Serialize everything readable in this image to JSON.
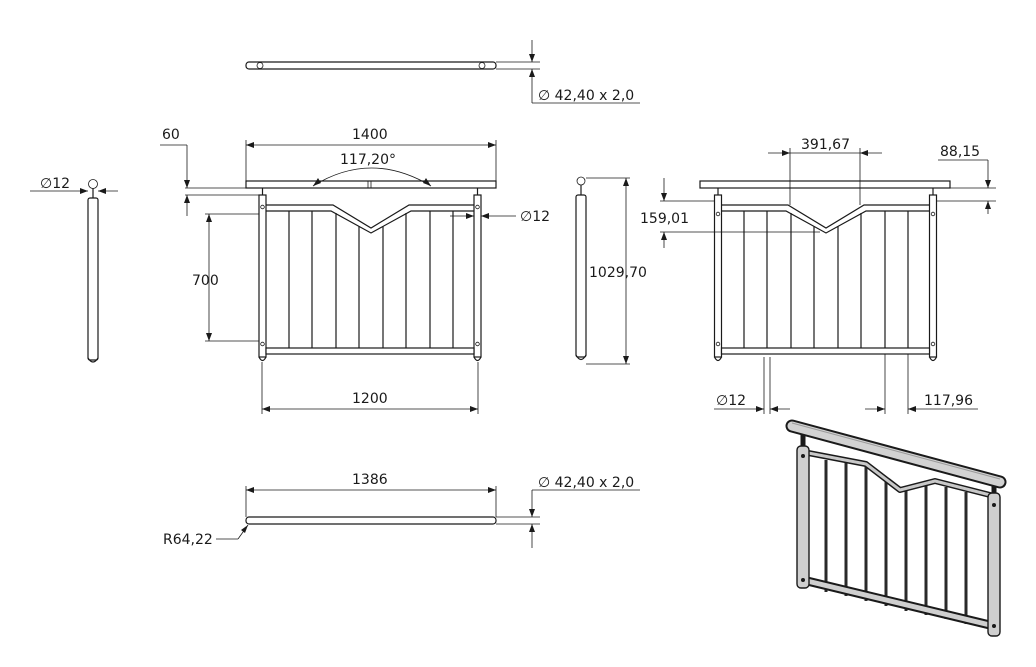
{
  "dimensions": {
    "handrail_top_dia": "∅ 42,40 x 2,0",
    "overall_width": "1400",
    "offset_60": "60",
    "angle": "117,20°",
    "post_dia_left": "∅12",
    "post_dia_mid": "∅12",
    "infill_height": "700",
    "bottom_width": "1200",
    "v_width": "391,67",
    "overhang": "88,15",
    "v_depth": "159,01",
    "total_height": "1029,70",
    "bottom_post_dia": "∅12",
    "spacing": "117,96",
    "handrail_length": "1386",
    "handrail_bottom_dia": "∅ 42,40 x 2,0",
    "radius": "R64,22"
  },
  "colors": {
    "line": "#1a1a1a",
    "pipe_fill": "#cfcfcf"
  }
}
